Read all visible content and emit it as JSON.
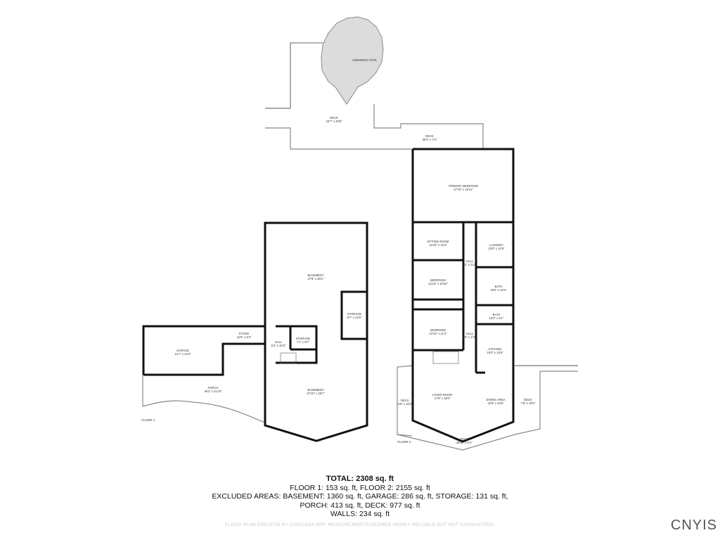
{
  "floor1": {
    "label": "FLOOR 1",
    "rooms": [
      {
        "name": "BASEMENT",
        "size": "27'8\" x 28'1\""
      },
      {
        "name": "STORAGE",
        "size": "6'7\" x 12'9\""
      },
      {
        "name": "FOYER",
        "size": "11'6\" x 4'3\""
      },
      {
        "name": "HALL",
        "size": "6'4\" x 10'3\""
      },
      {
        "name": "STORAGE",
        "size": "7'1\" x 6'7\""
      },
      {
        "name": "GARAGE",
        "size": "21'7\" x 13'3\""
      },
      {
        "name": "PORCH",
        "size": "36'2\" x 21'10\""
      },
      {
        "name": "BASEMENT",
        "size": "27'10\" x 28'7\""
      }
    ]
  },
  "floor2": {
    "label": "FLOOR 2",
    "rooms": [
      {
        "name": "SWIMMING POOL",
        "size": ""
      },
      {
        "name": "DECK",
        "size": "23'7\" x 29'8\""
      },
      {
        "name": "DECK",
        "size": "36'3\" x 7'2\""
      },
      {
        "name": "PRIMARY BEDROOM",
        "size": "27'10\" x 19'11\""
      },
      {
        "name": "SITTING ROOM",
        "size": "13'10\" x 10'4\""
      },
      {
        "name": "LAUNDRY",
        "size": "10'0\" x 12'9\""
      },
      {
        "name": "HALL",
        "size": "3'4\" x 21'6\""
      },
      {
        "name": "BEDROOM",
        "size": "13'10\" x 10'10\""
      },
      {
        "name": "BATH",
        "size": "10'0\" x 10'4\""
      },
      {
        "name": "BATH",
        "size": "10'0\" x 5'1\""
      },
      {
        "name": "BEDROOM",
        "size": "13'10\" x 11'3\""
      },
      {
        "name": "HALL",
        "size": "3'8\" x 17'6\""
      },
      {
        "name": "KITCHEN",
        "size": "10'0\" x 13'8\""
      },
      {
        "name": "LIVING ROOM",
        "size": "17'6\" x 18'0\""
      },
      {
        "name": "DINING AREA",
        "size": "10'8\" x 10'5\""
      },
      {
        "name": "DECK",
        "size": "3'9\" x 18'3\""
      },
      {
        "name": "DECK",
        "size": "7'5\" x 19'0\""
      },
      {
        "name": "DECK",
        "size": "38'10\" x 5'4\""
      }
    ]
  },
  "summary": {
    "total": "TOTAL: 2308 sq. ft",
    "line1": "FLOOR 1: 153 sq. ft, FLOOR 2: 2155 sq. ft",
    "line2": "EXCLUDED AREAS: BASEMENT: 1360 sq. ft, GARAGE: 286 sq. ft, STORAGE: 131 sq. ft,",
    "line3": "PORCH: 413 sq. ft, DECK: 977 sq. ft",
    "line4": "WALLS: 234 sq. ft"
  },
  "footer": "FLOOR PLAN CREATED BY CUBICASA APP. MEASUREMENTS DEEMED HIGHLY RELIABLE BUT NOT GUARANTEED.",
  "logo": "CNYIS",
  "colors": {
    "wall": "#111111",
    "thin_wall": "#888888",
    "pool": "#dcdcdc"
  }
}
